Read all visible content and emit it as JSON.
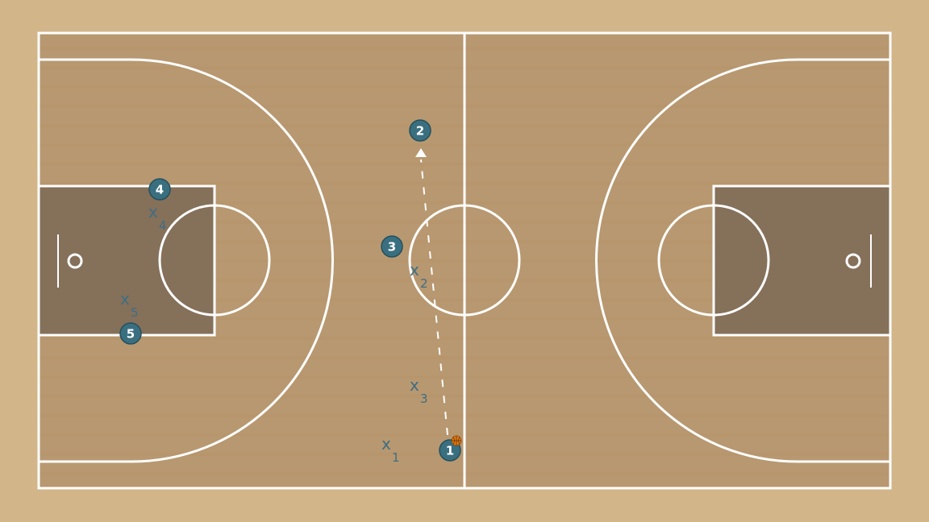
{
  "colors": {
    "outer_floor": "#d3b58a",
    "court_floor": "#b89870",
    "paint": "#85705a",
    "lines": "#ffffff",
    "player_fill": "#3a6f80",
    "player_stroke": "#24505e",
    "defender": "#3e6e84",
    "pass_line": "#ffffff",
    "ball": "#e07b16"
  },
  "offense": [
    {
      "id": "1",
      "label": "1",
      "has_ball": true
    },
    {
      "id": "2",
      "label": "2",
      "has_ball": false
    },
    {
      "id": "3",
      "label": "3",
      "has_ball": false
    },
    {
      "id": "4",
      "label": "4",
      "has_ball": false
    },
    {
      "id": "5",
      "label": "5",
      "has_ball": false
    }
  ],
  "defense": [
    {
      "id": "x1",
      "mark": "x",
      "sub": "1"
    },
    {
      "id": "x2",
      "mark": "x",
      "sub": "2"
    },
    {
      "id": "x3",
      "mark": "x",
      "sub": "3"
    },
    {
      "id": "x4",
      "mark": "x",
      "sub": "4"
    },
    {
      "id": "x5",
      "mark": "x",
      "sub": "5"
    }
  ],
  "actions": [
    {
      "type": "pass",
      "from": "1",
      "to": "2",
      "style": "dashed-arrow"
    }
  ],
  "icons": {
    "ball": "basketball-icon",
    "hoop": "hoop-icon"
  }
}
